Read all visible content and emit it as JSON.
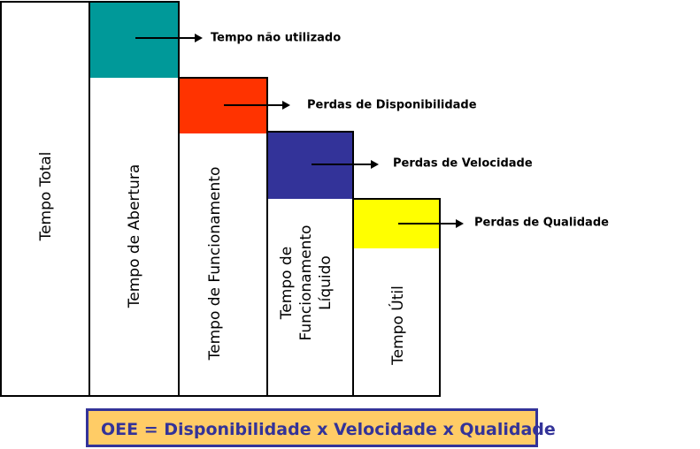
{
  "columns": [
    {
      "label": "Tempo Total"
    },
    {
      "label": "Tempo de Abertura",
      "loss": "Tempo não utilizado",
      "loss_color": "#009999"
    },
    {
      "label": "Tempo de Funcionamento",
      "loss": "Perdas de Disponibilidade",
      "loss_color": "#FF3300"
    },
    {
      "label_lines": [
        "Tempo de",
        "Funcionamento",
        "Líquido"
      ],
      "loss": "Perdas de Velocidade",
      "loss_color": "#333399"
    },
    {
      "label": "Tempo Útil",
      "loss": "Perdas de Qualidade",
      "loss_color": "#FFFF00"
    }
  ],
  "formula": "OEE = Disponibilidade x Velocidade x Qualidade"
}
